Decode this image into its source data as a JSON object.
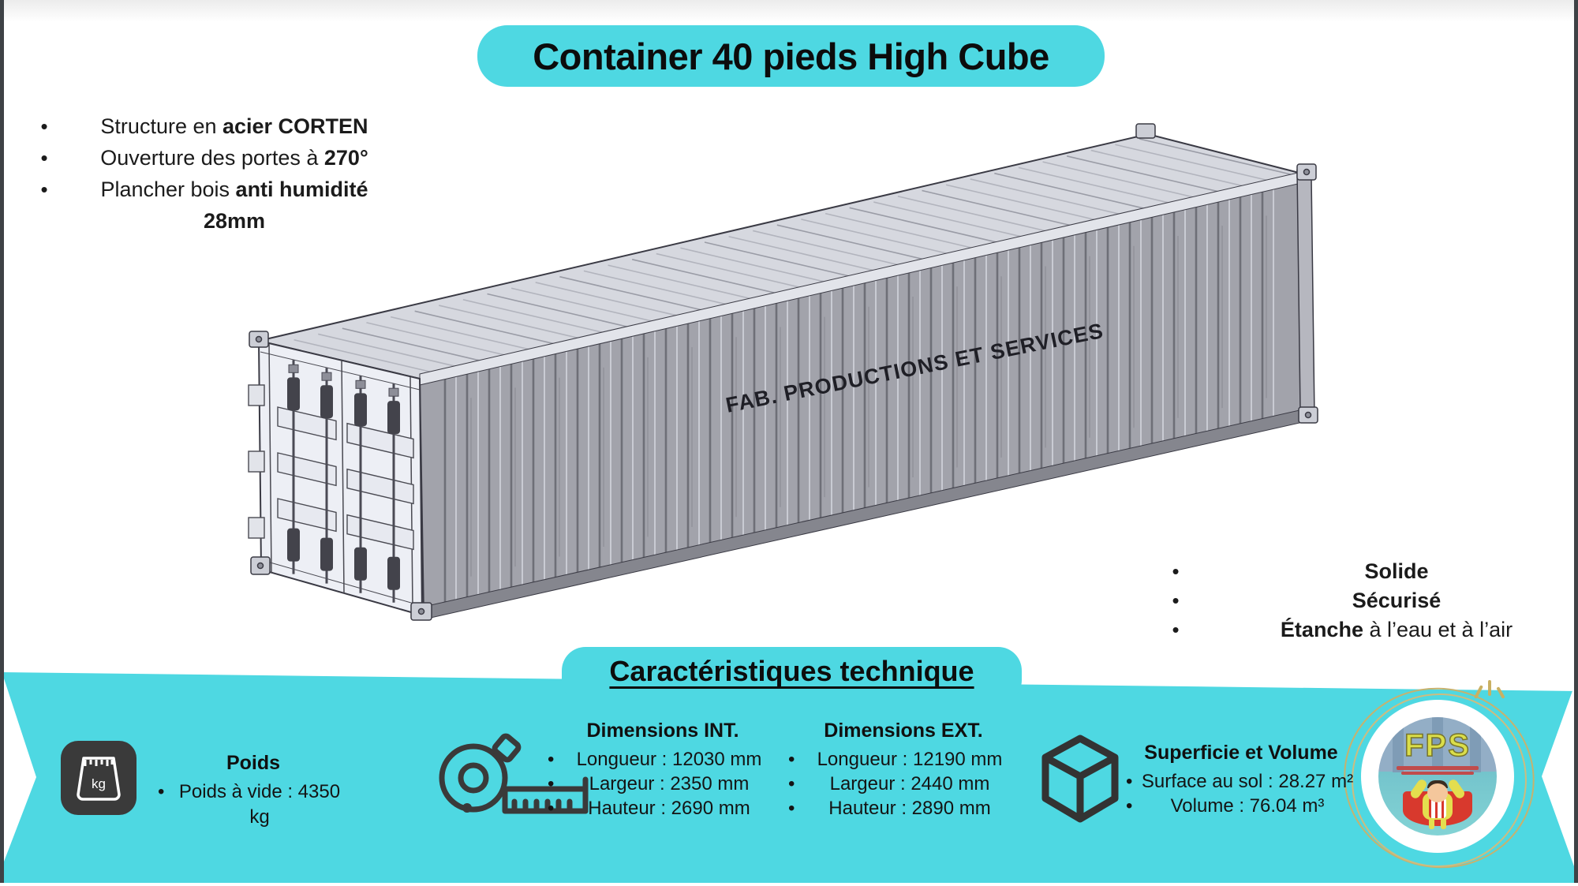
{
  "header": {
    "title": "Container 40 pieds High Cube"
  },
  "features_left": {
    "items": [
      {
        "pre": "Structure en ",
        "bold": "acier CORTEN",
        "post": ""
      },
      {
        "pre": "Ouverture des portes à ",
        "bold": "270°",
        "post": ""
      },
      {
        "pre": "Plancher bois ",
        "bold": "anti humidité",
        "post": ""
      }
    ],
    "continuation": "28mm"
  },
  "features_right": {
    "items": [
      {
        "pre": "",
        "bold": "Solide",
        "post": ""
      },
      {
        "pre": "",
        "bold": "Sécurisé",
        "post": ""
      },
      {
        "pre": "",
        "bold": "Étanche",
        "post": " à l’eau et à l’air"
      }
    ]
  },
  "container": {
    "side_label": "FAB. PRODUCTIONS ET SERVICES"
  },
  "band": {
    "heading": "Caractéristiques technique",
    "accent_color": "#4ed8e2",
    "poids": {
      "title": "Poids",
      "items": [
        "Poids à vide : 4350 kg"
      ]
    },
    "dim_int": {
      "title": "Dimensions INT.",
      "items": [
        "Longueur : 12030 mm",
        "Largeur : 2350 mm",
        "Hauteur : 2690 mm"
      ]
    },
    "dim_ext": {
      "title": "Dimensions EXT.",
      "items": [
        "Longueur : 12190 mm",
        "Largeur : 2440 mm",
        "Hauteur : 2890 mm"
      ]
    },
    "superficie": {
      "title": "Superficie et Volume",
      "items": [
        "Surface au sol : 28.27 m²",
        "Volume : 76.04 m³"
      ]
    }
  },
  "icons": {
    "scale_kg_label": "kg"
  },
  "logo": {
    "text": "FPS"
  }
}
